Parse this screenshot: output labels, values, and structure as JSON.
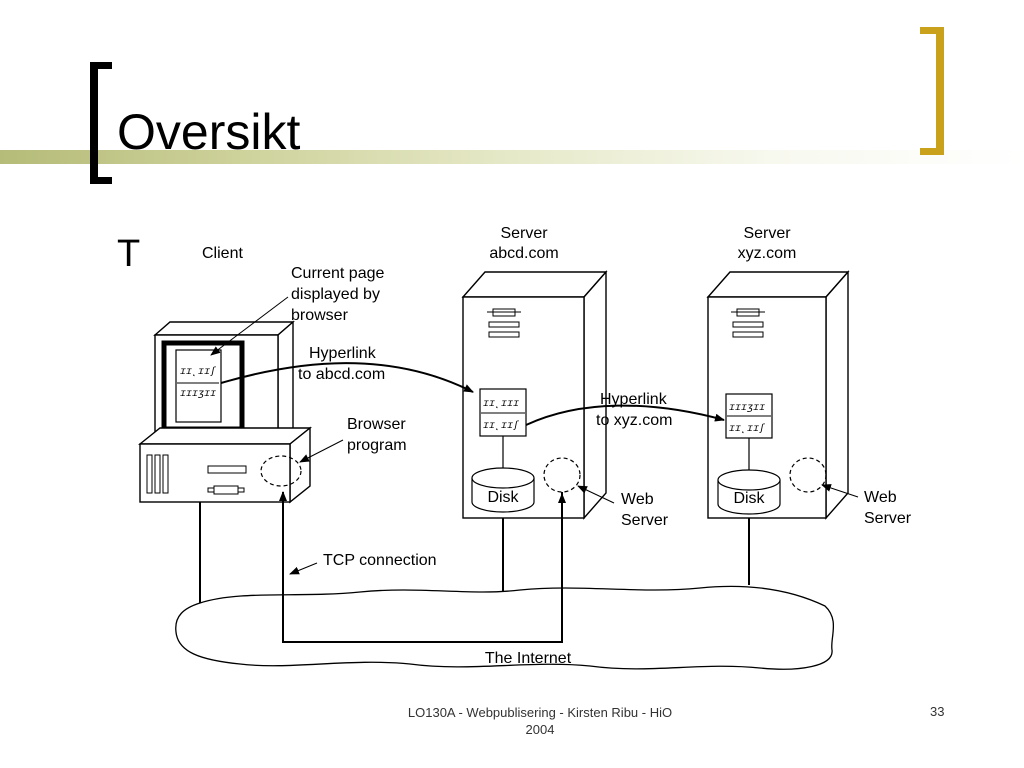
{
  "title": "Oversikt",
  "bullet_text": "T",
  "diagram": {
    "client_label": "Client",
    "current_page_line1": "Current page",
    "current_page_line2": "displayed by",
    "current_page_line3": "browser",
    "hyperlink1_line1": "Hyperlink",
    "hyperlink1_line2": "to abcd.com",
    "browser_program_line1": "Browser",
    "browser_program_line2": "program",
    "server1_line1": "Server",
    "server1_line2": "abcd.com",
    "server2_line1": "Server",
    "server2_line2": "xyz.com",
    "hyperlink2_line1": "Hyperlink",
    "hyperlink2_line2": "to xyz.com",
    "disk1_label": "Disk",
    "disk2_label": "Disk",
    "webserver1_line1": "Web",
    "webserver1_line2": "Server",
    "webserver2_line1": "Web",
    "webserver2_line2": "Server",
    "tcp_label": "TCP connection",
    "internet_label": "The Internet"
  },
  "footer": {
    "line1": "LO130A - Webpublisering - Kirsten Ribu - HiO",
    "line2": "2004",
    "page_number": "33"
  },
  "colors": {
    "title_band_start": "#b5bb78",
    "right_bracket": "#c9a11a"
  }
}
